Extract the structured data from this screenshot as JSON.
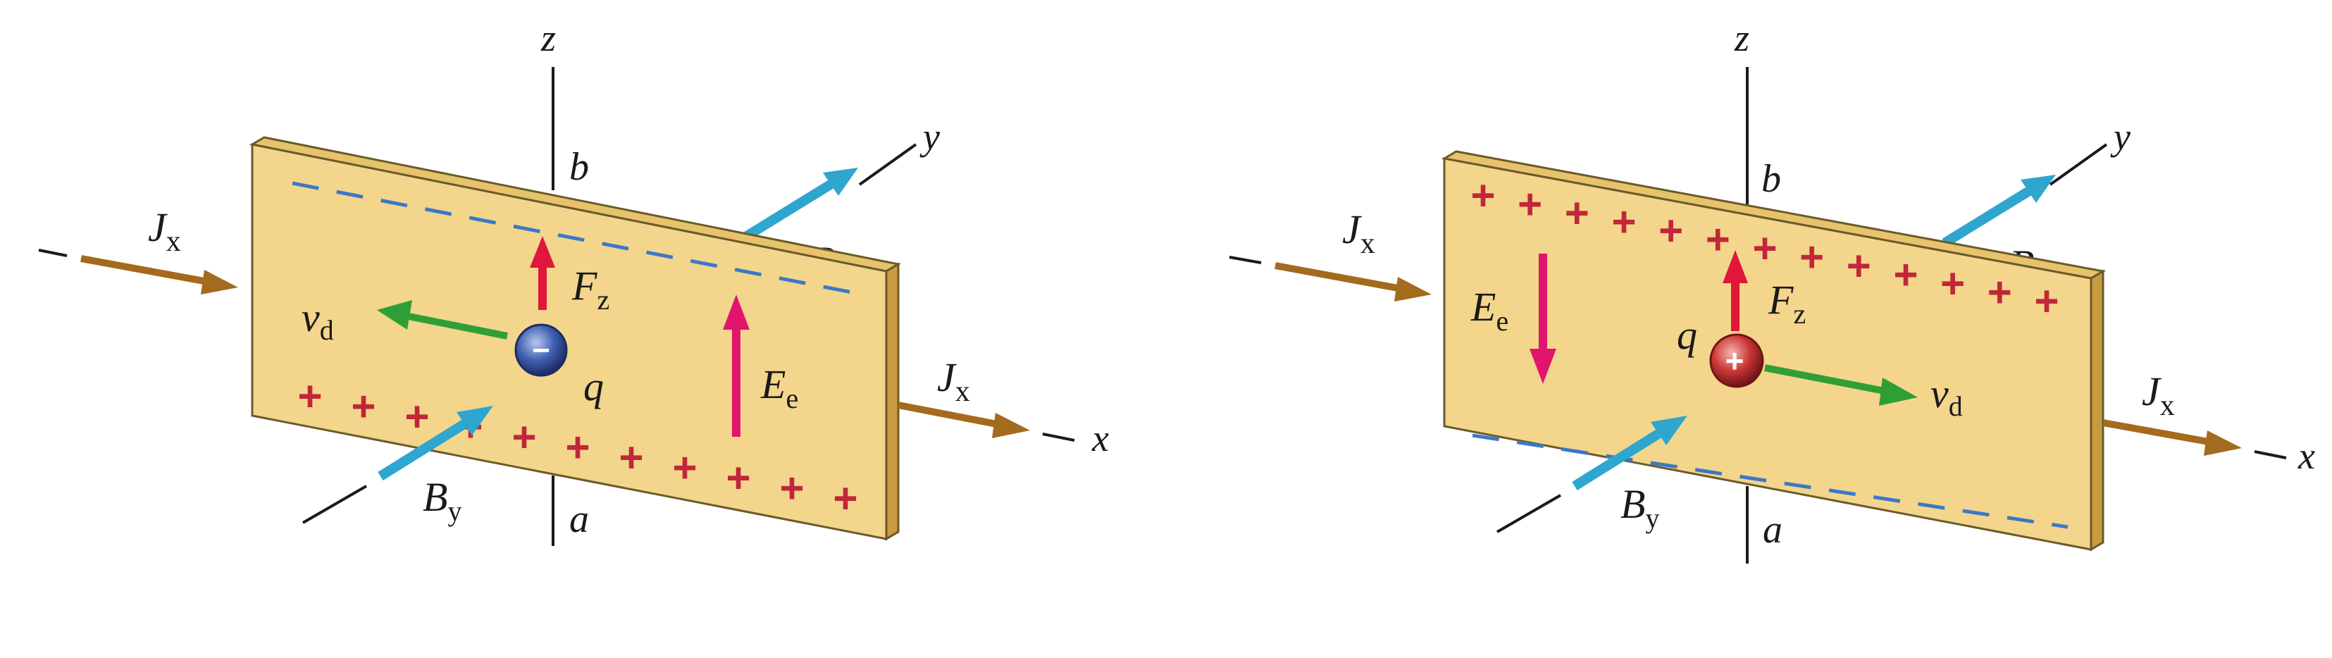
{
  "colors": {
    "plate_face": "#f3d58c",
    "plate_edge": "#d8b25a",
    "plate_outline": "#6b5a2a",
    "current_arrow": "#a46a1e",
    "b_field_arrow": "#2ea6cf",
    "force_arrow": "#e0163a",
    "e_field_arrow": "#e0166e",
    "drift_arrow": "#2f9e35",
    "negative_charge": "#3f5fb0",
    "positive_charge": "#c93636",
    "minus_line": "#3a78c8",
    "plus_sign": "#c0273a"
  },
  "axes": {
    "x": "x",
    "y": "y",
    "z": "z",
    "a": "a",
    "b": "b"
  },
  "left_panel": {
    "current_in": {
      "base": "J",
      "sub": "x"
    },
    "current_out": {
      "base": "J",
      "sub": "x"
    },
    "field_back": {
      "base": "B",
      "sub": "y"
    },
    "field_front": {
      "base": "B",
      "sub": "y"
    },
    "force": {
      "base": "F",
      "sub": "z"
    },
    "efield": {
      "base": "E",
      "sub": "e"
    },
    "drift": {
      "base": "v",
      "sub": "d"
    },
    "charge_label": "q",
    "charge_sign": "−",
    "top_edge_signs": "− − − − − − − −",
    "bottom_edge_signs": [
      "+",
      "+",
      "+",
      "+",
      "+",
      "+",
      "+",
      "+",
      "+",
      "+",
      "+"
    ]
  },
  "right_panel": {
    "current_in": {
      "base": "J",
      "sub": "x"
    },
    "current_out": {
      "base": "J",
      "sub": "x"
    },
    "field_back": {
      "base": "B",
      "sub": "y"
    },
    "field_front": {
      "base": "B",
      "sub": "y"
    },
    "force": {
      "base": "F",
      "sub": "z"
    },
    "efield": {
      "base": "E",
      "sub": "e"
    },
    "drift": {
      "base": "v",
      "sub": "d"
    },
    "charge_label": "q",
    "charge_sign": "+",
    "top_edge_signs": [
      "+",
      "+",
      "+",
      "+",
      "+",
      "+",
      "+",
      "+",
      "+",
      "+",
      "+",
      "+",
      "+"
    ],
    "bottom_edge_signs": "− − − − − − − −"
  }
}
